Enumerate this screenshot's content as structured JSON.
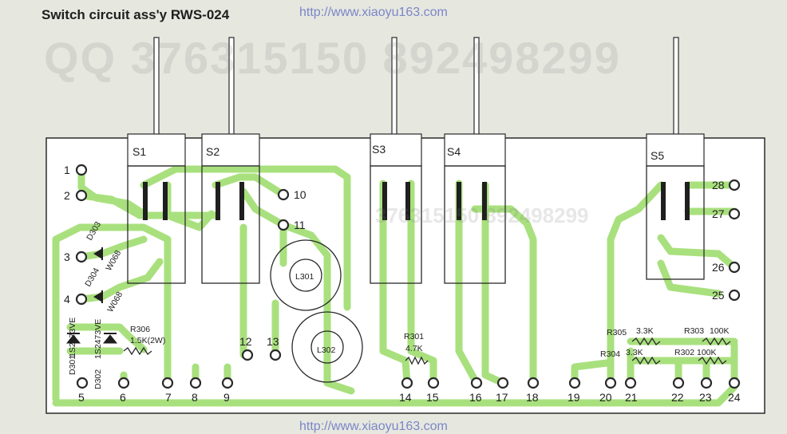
{
  "title": "Switch circuit ass'y    RWS-024",
  "url": "http://www.xiaoyu163.com",
  "watermark_top": "QQ 376315150   892498299",
  "watermark_mid": "376315150  892498299",
  "colors": {
    "trace": "#a9e07e",
    "board": "#ffffff",
    "outline": "#2a2a2a",
    "background": "#e6e7df"
  },
  "switches": [
    "S1",
    "S2",
    "S3",
    "S4",
    "S5"
  ],
  "coils": [
    "L301",
    "L302"
  ],
  "left_terminals": [
    "1",
    "2",
    "3",
    "4"
  ],
  "mid_terminals": [
    "10",
    "11",
    "12",
    "13"
  ],
  "right_terminals": [
    "28",
    "27",
    "26",
    "25"
  ],
  "bottom_terminals": [
    "5",
    "6",
    "7",
    "8",
    "9",
    "14",
    "15",
    "16",
    "17",
    "18",
    "19",
    "20",
    "21",
    "22",
    "23",
    "24"
  ],
  "components": {
    "d303": "D303",
    "d304": "D304",
    "w068a": "W068",
    "w068b": "W068",
    "d301": "D301",
    "d301_part": "1S2473VE",
    "d302": "D302",
    "d302_part": "1S2473VE",
    "r306": "R306",
    "r306_val": "1.5K(2W)",
    "r301": "R301",
    "r301_val": "4.7K",
    "r305": "R305",
    "r305_val": "3.3K",
    "r304": "R304",
    "r304_val": "3.3K",
    "r303": "R303",
    "r303_val": "100K",
    "r302": "R302",
    "r302_val": "100K"
  }
}
